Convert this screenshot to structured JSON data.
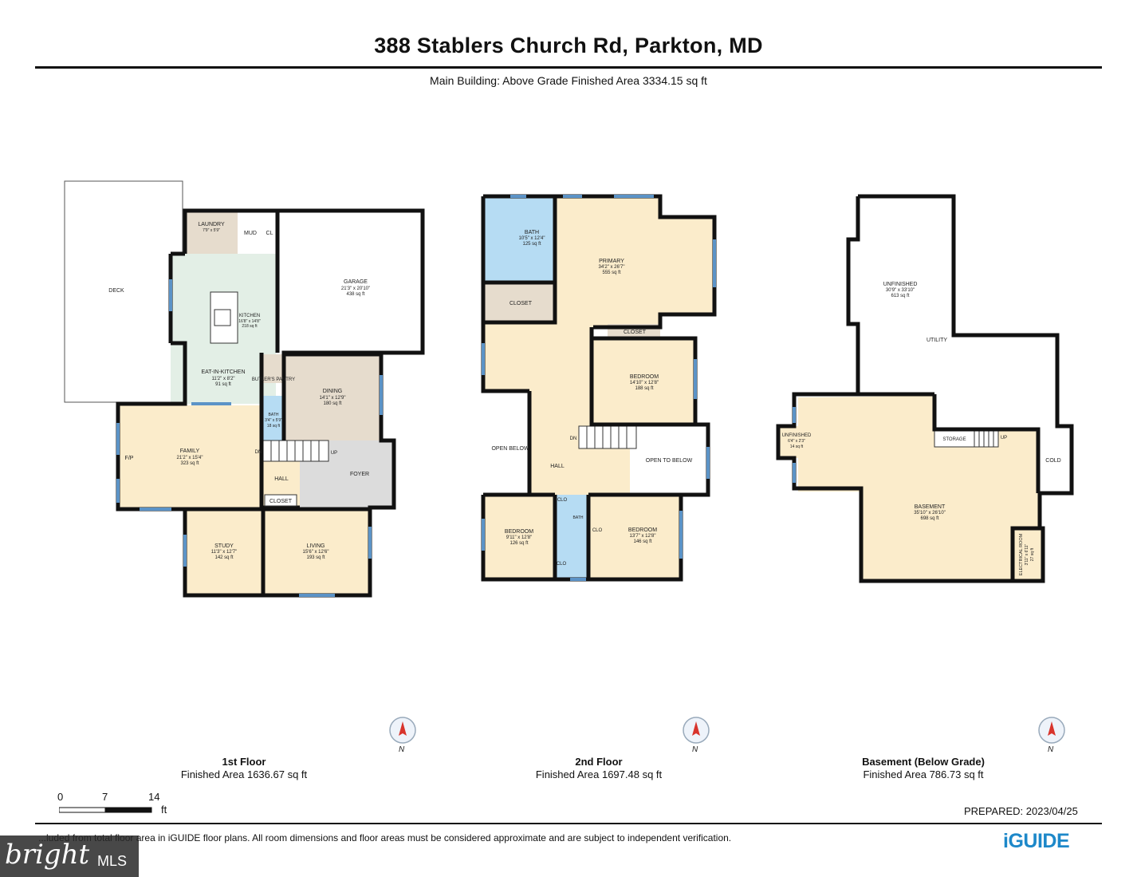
{
  "header": {
    "title": "388 Stablers Church Rd, Parkton, MD",
    "subtitle": "Main Building: Above Grade Finished Area 3334.15 sq ft"
  },
  "colors": {
    "wall": "#111111",
    "window": "#5b93c7",
    "room_yellow": "#fbeccb",
    "room_gray": "#dcdcdc",
    "room_teal": "#e3efe6",
    "room_blue": "#b6dcf3",
    "room_tan": "#e6dccd",
    "room_white": "#ffffff"
  },
  "floor1": {
    "name": "1st Floor",
    "area": "Finished Area 1636.67 sq ft",
    "rooms": {
      "deck": "DECK",
      "laundry": [
        "LAUNDRY",
        "7'9\" x 5'9\""
      ],
      "mud": "MUD",
      "cl": "CL",
      "kitchen": [
        "KITCHEN",
        "16'8\" x 14'8\"",
        "218 sq ft"
      ],
      "garage": [
        "GARAGE",
        "21'3\" x 20'10\"",
        "438 sq ft"
      ],
      "eat_in_kitchen": [
        "EAT-IN-KITCHEN",
        "11'2\" x 8'2\"",
        "91 sq ft"
      ],
      "butlers_pantry": "BUTLER'S PANTRY",
      "dining": [
        "DINING",
        "14'1\" x 12'9\"",
        "180 sq ft"
      ],
      "bath": [
        "BATH",
        "3'4\" x 5'9\"",
        "18 sq ft"
      ],
      "family": [
        "FAMILY",
        "21'2\" x 15'4\"",
        "323 sq ft"
      ],
      "fireplace": "F/P",
      "dn": "DN",
      "up": "UP",
      "hall": "HALL",
      "foyer": "FOYER",
      "closet": "CLOSET",
      "study": [
        "STUDY",
        "11'3\" x 12'7\"",
        "142 sq ft"
      ],
      "living": [
        "LIVING",
        "15'6\" x 12'6\"",
        "193 sq ft"
      ]
    }
  },
  "floor2": {
    "name": "2nd Floor",
    "area": "Finished Area 1697.48 sq ft",
    "rooms": {
      "bath_main": [
        "BATH",
        "10'5\" x 12'4\"",
        "125 sq ft"
      ],
      "primary": [
        "PRIMARY",
        "34'2\" x 26'7\"",
        "555 sq ft"
      ],
      "closet_left": "CLOSET",
      "closet_mid": "CLOSET",
      "bedroom_mid": [
        "BEDROOM",
        "14'10\" x 12'8\"",
        "188 sq ft"
      ],
      "open_below_left": "OPEN BELOW",
      "dn": "DN",
      "hall": "HALL",
      "open_to_below": "OPEN TO BELOW",
      "bedroom_left": [
        "BEDROOM",
        "9'11\" x 12'8\"",
        "126 sq ft"
      ],
      "clo_1": "CLO",
      "clo_2": "CLO",
      "clo_3": "CLO",
      "bath_small": "BATH",
      "bedroom_right": [
        "BEDROOM",
        "13'7\" x 12'8\"",
        "146 sq ft"
      ]
    }
  },
  "basement": {
    "name": "Basement (Below Grade)",
    "area": "Finished Area 786.73 sq ft",
    "rooms": {
      "unfinished_main": [
        "UNFINISHED",
        "30'9\" x 33'10\"",
        "613 sq ft"
      ],
      "utility": "UTILITY",
      "unfinished_small": [
        "UNFINISHED",
        "6'4\" x 2'3\"",
        "14 sq ft"
      ],
      "storage": "STORAGE",
      "up": "UP",
      "cold": "COLD",
      "basement": [
        "BASEMENT",
        "35'10\" x 26'10\"",
        "698 sq ft"
      ],
      "electrical": [
        "ELECTRICAL ROOM",
        "3'11\" x 6'11\"",
        "27 sq ft"
      ]
    }
  },
  "compass_label": "N",
  "scale": {
    "ticks": [
      "0",
      "7",
      "14"
    ],
    "unit": "ft"
  },
  "prepared": "PREPARED: 2023/04/25",
  "disclaimer": "...luded from total floor area in iGUIDE floor plans. All room dimensions and floor areas must be considered approximate and are subject to independent verification.",
  "brand": "iGUIDE",
  "watermark": {
    "brand": "bright",
    "suffix": "MLS"
  }
}
